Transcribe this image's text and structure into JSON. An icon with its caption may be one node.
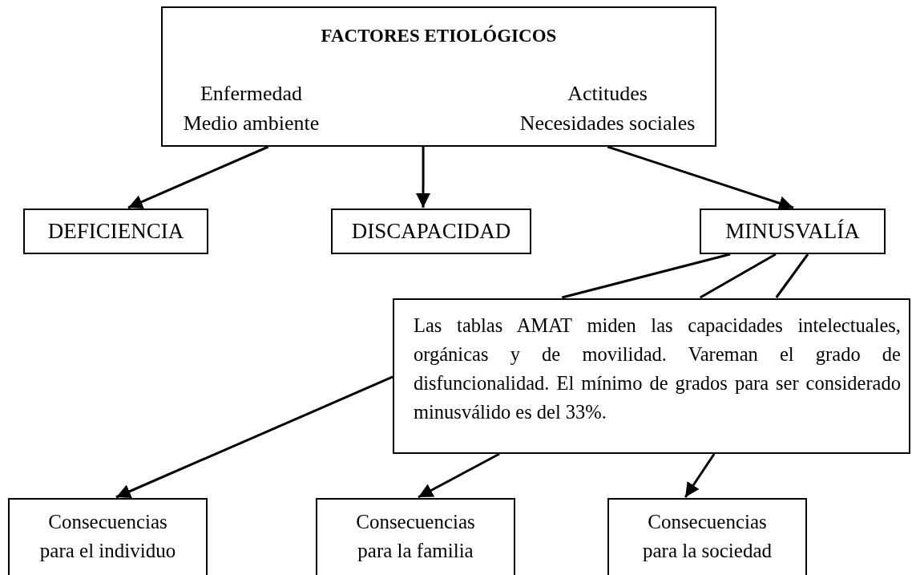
{
  "diagram": {
    "nodes": [
      {
        "text": [
          "FACTORES ETIOLÓGICOS",
          "Enfermedad Medio ambiente",
          "Actitudes Necesidades sociales"
        ]
      },
      {
        "text": [
          "DEFICIENCIA"
        ]
      },
      {
        "text": [
          "DISCAPACIDAD"
        ]
      },
      {
        "text": [
          "MINUSVALÍA"
        ]
      },
      {
        "text": [
          "Las tablas AMAT miden las capacidades intelectuales, orgánicas y de movilidad. Vareman el grado de disfuncionalidad. El mínimo de grados para ser considerado minusválido es del 33%."
        ]
      },
      {
        "text": [
          "Consecuencias para el individuo"
        ]
      },
      {
        "text": [
          "Consecuencias para la familia"
        ]
      },
      {
        "text": [
          "Consecuencias para la sociedad"
        ]
      }
    ],
    "edges": [
      {
        "from": 0,
        "to": 1,
        "arrow": "to"
      },
      {
        "from": 0,
        "to": 2,
        "arrow": "to"
      },
      {
        "from": 0,
        "to": 3,
        "arrow": "to"
      },
      {
        "from": 3,
        "to": 4,
        "arrow": "none"
      },
      {
        "from": 3,
        "to": 4,
        "arrow": "none"
      },
      {
        "from": 3,
        "to": 4,
        "arrow": "none"
      },
      {
        "from": 4,
        "to": 5,
        "arrow": "to"
      },
      {
        "from": 4,
        "to": 6,
        "arrow": "to"
      },
      {
        "from": 4,
        "to": 7,
        "arrow": "to"
      }
    ]
  }
}
